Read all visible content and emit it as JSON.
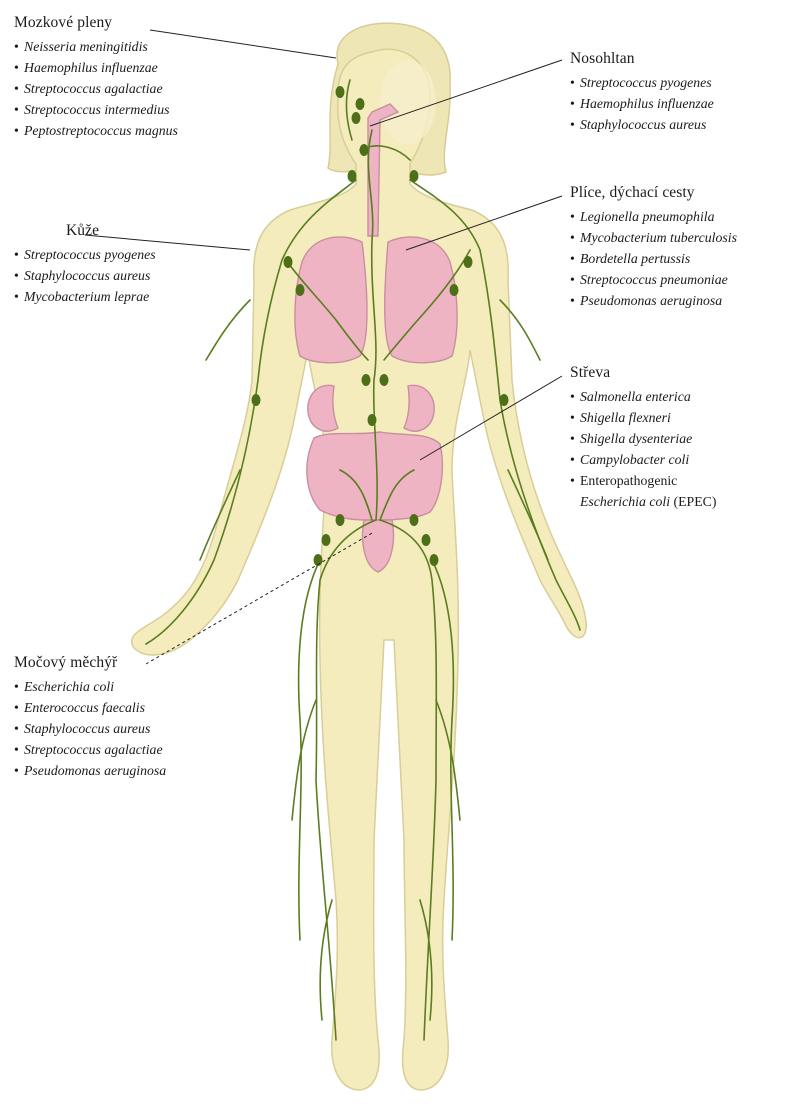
{
  "groups": {
    "meninges": {
      "title": "Mozkové pleny",
      "items": [
        "Neisseria meningitidis",
        "Haemophilus influenzae",
        "Streptococcus agalactiae",
        "Streptococcus intermedius",
        "Peptostreptococcus magnus"
      ]
    },
    "skin": {
      "title": "Kůže",
      "items": [
        "Streptococcus pyogenes",
        "Staphylococcus aureus",
        "Mycobacterium leprae"
      ]
    },
    "nasopharynx": {
      "title": "Nosohltan",
      "items": [
        "Streptococcus pyogenes",
        "Haemophilus influenzae",
        "Staphylococcus aureus"
      ]
    },
    "lungs": {
      "title": "Plíce, dýchací cesty",
      "items": [
        "Legionella pneumophila",
        "Mycobacterium tuberculosis",
        "Bordetella pertussis",
        "Streptococcus pneumoniae",
        "Pseudomonas aeruginosa"
      ]
    },
    "intestine": {
      "title": "Střeva",
      "items": [
        "Salmonella enterica",
        "Shigella flexneri",
        "Shigella dysenteriae",
        "Campylobacter coli"
      ],
      "epec_line1": "Enteropathogenic",
      "epec_italic": "Escherichia coli",
      "epec_suffix": " (EPEC)"
    },
    "bladder": {
      "title": "Močový měchýř",
      "items": [
        "Escherichia coli",
        "Enterococcus faecalis",
        "Staphylococcus aureus",
        "Streptococcus agalactiae",
        "Pseudomonas aeruginosa"
      ]
    }
  },
  "colors": {
    "skin": "#f4ecbd",
    "skin_edge": "#d9cd98",
    "hair": "#efe6b6",
    "organ": "#eeb4c4",
    "organ_edge": "#c98ea0",
    "lymph": "#5a7d1f",
    "node": "#4d6f18",
    "leader": "#222222"
  }
}
